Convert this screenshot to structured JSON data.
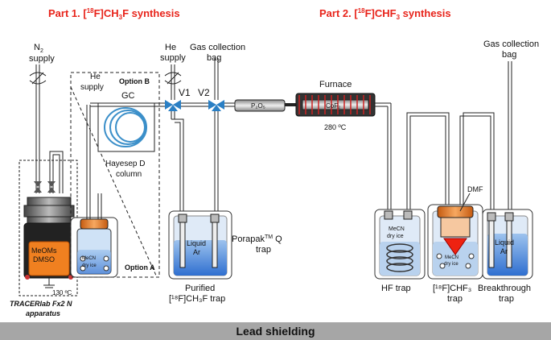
{
  "titles": {
    "part1_prefix": "Part 1. [",
    "part1_sup": "18",
    "part1_suffix": "F]CH",
    "part1_sub": "3",
    "part1_tail": "F synthesis",
    "part2_prefix": "Part 2. [",
    "part2_sup": "18",
    "part2_suffix": "F]CHF",
    "part2_sub": "3",
    "part2_tail": " synthesis"
  },
  "labels": {
    "n2": "N",
    "n2_sub": "2",
    "supply": "supply",
    "he_supply_a": "He",
    "he_supply_b": "supply",
    "he": "He",
    "gas_collection": "Gas collection",
    "bag": "bag",
    "gas_collection2": "Gas collection",
    "bag2": "bag",
    "option_b": "Option B",
    "option_a": "Option A",
    "gc": "GC",
    "hayesep": "Hayesep D",
    "column": "column",
    "v1": "V1",
    "v2": "V2",
    "p2o5": "P₂O₅",
    "furnace": "Furnace",
    "cof2": "CoF₂",
    "temp": "280 ºC",
    "porapak_a": "Porapak",
    "porapak_sup": "TM",
    "porapak_b": " Q",
    "trap": "trap",
    "purified_a": "Purified",
    "purified_b": "[¹⁸F]CH₃F trap",
    "liquid": "Liquid",
    "ar": "Ar",
    "liquid2": "Liquid",
    "ar2": "Ar",
    "meoms": "MeOMs",
    "dmso": "DMSO",
    "temp130": "130 ºC",
    "tracerlab_a": "TRACERlab Fx2 N",
    "tracerlab_b": "apparatus",
    "mecn": "MeCN",
    "dryice": "dry ice",
    "mecn2": "MeCN",
    "dryice2": "dry ice",
    "mecn3": "MeCN",
    "dryice3": "dry ice",
    "dmf": "DMF",
    "hf_trap": "HF trap",
    "chf3_a": "[¹⁸F]CHF₃",
    "chf3_b": "trap",
    "breakthrough_a": "Breakthrough",
    "breakthrough_b": "trap"
  },
  "footer": "Lead shielding"
}
